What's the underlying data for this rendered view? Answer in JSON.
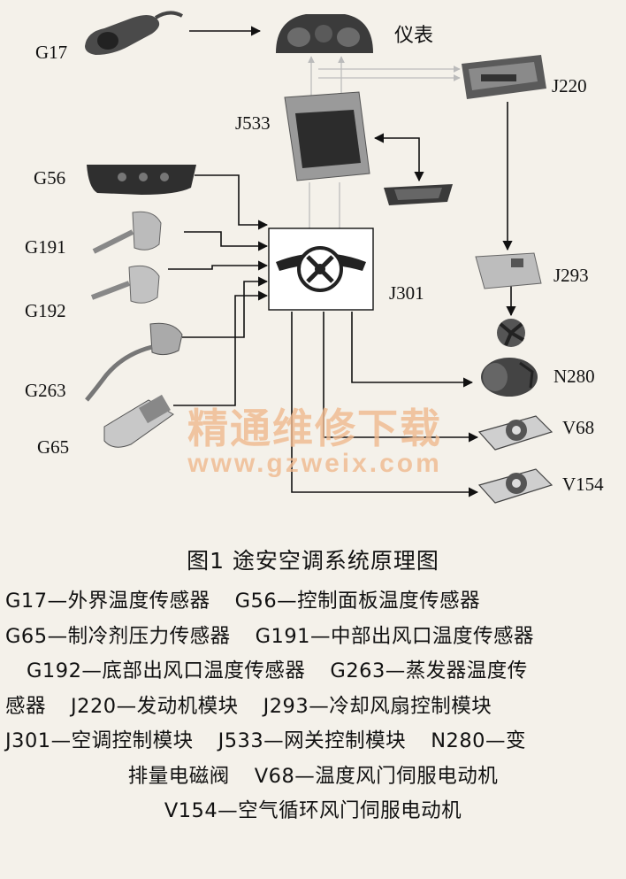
{
  "labels": {
    "g17": "G17",
    "yibiao": "仪表",
    "j220": "J220",
    "j533": "J533",
    "g56": "G56",
    "g191": "G191",
    "g192": "G192",
    "g263": "G263",
    "g65": "G65",
    "j301": "J301",
    "j293": "J293",
    "n280": "N280",
    "v68": "V68",
    "v154": "V154"
  },
  "watermark": {
    "line1": "精通维修下载",
    "line2": "www.gzweix.com"
  },
  "caption": "图1 途安空调系统原理图",
  "legend": {
    "g17": "G17—外界温度传感器",
    "g56": "G56—控制面板温度传感器",
    "g65": "G65—制冷剂压力传感器",
    "g191": "G191—中部出风口温度传感器",
    "g192": "G192—底部出风口温度传感器",
    "g263_a": "G263—蒸发器温度传",
    "g263_b": "感器",
    "j220": "J220—发动机模块",
    "j293": "J293—冷却风扇控制模块",
    "j301": "J301—空调控制模块",
    "j533": "J533—网关控制模块",
    "n280_a": "N280—变",
    "n280_b": "排量电磁阀",
    "v68": "V68—温度风门伺服电动机",
    "v154": "V154—空气循环风门伺服电动机"
  }
}
